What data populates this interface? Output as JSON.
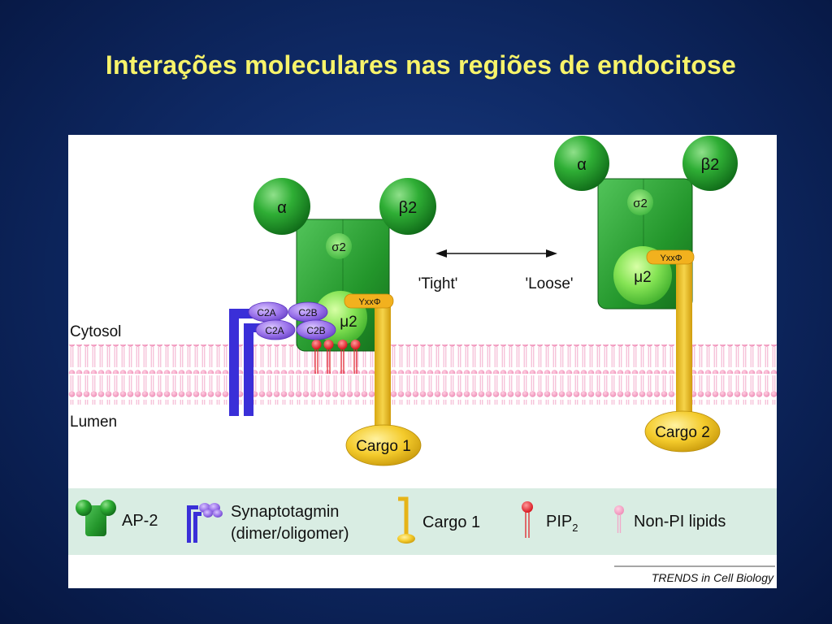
{
  "slide": {
    "title": "Interações moleculares nas regiões de endocitose"
  },
  "diagram": {
    "regions": {
      "cytosol": "Cytosol",
      "lumen": "Lumen"
    },
    "states": {
      "tight": "'Tight'",
      "loose": "'Loose'"
    },
    "ap2_left": {
      "alpha": "α",
      "beta": "β2",
      "sigma": "σ2",
      "mu": "μ2",
      "motif": "YxxΦ"
    },
    "ap2_right": {
      "alpha": "α",
      "beta": "β2",
      "sigma": "σ2",
      "mu": "μ2",
      "motif": "YxxΦ"
    },
    "synaptotagmin": {
      "c2a_top": "C2A",
      "c2b_top": "C2B",
      "c2a_bottom": "C2A",
      "c2b_bottom": "C2B"
    },
    "cargo1": "Cargo 1",
    "cargo2": "Cargo 2"
  },
  "legend": {
    "ap2": "AP-2",
    "synaptotagmin_line1": "Synaptotagmin",
    "synaptotagmin_line2": "(dimer/oligomer)",
    "cargo1": "Cargo 1",
    "pip": "PIP",
    "pip_sub": "2",
    "nonpi": "Non-PI lipids"
  },
  "credit": {
    "journal_caps": "TRENDS",
    "journal_rest": " in Cell Biology"
  },
  "colors": {
    "title": "#f7f36a",
    "ap2_green": "#1f9a2a",
    "mu_green": "#7be04a",
    "synaptotagmin": "#3a2fd8",
    "c2_purple": "#9a6fe6",
    "cargo_yellow": "#f0c020",
    "pip_red": "#e0222a",
    "membrane_pink": "#f3a9c8",
    "legend_bg": "#d9ede3"
  }
}
